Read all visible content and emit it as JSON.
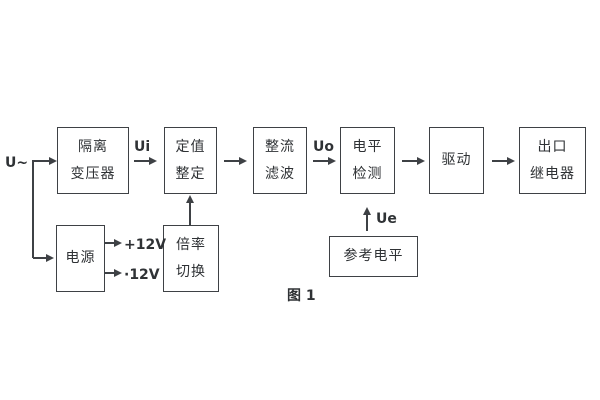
{
  "figure": {
    "caption": "图 1"
  },
  "signals": {
    "input": "U~",
    "ui": "Ui",
    "uo": "Uo",
    "ue": "Ue",
    "plus12v": "+12V",
    "minus12v": "·12V"
  },
  "blocks": {
    "isolation_transformer": {
      "line1": "隔离",
      "line2": "变压器"
    },
    "value_setting": {
      "line1": "定值",
      "line2": "整定"
    },
    "rectifier_filter": {
      "line1": "整流",
      "line2": "滤波"
    },
    "level_detection": {
      "line1": "电平",
      "line2": "检测"
    },
    "driver": {
      "line1": "驱动"
    },
    "output_relay": {
      "line1": "出口",
      "line2": "继电器"
    },
    "power_supply": {
      "line1": "电源"
    },
    "ratio_switching": {
      "line1": "倍率",
      "line2": "切换"
    },
    "reference_level": {
      "line1": "参考电平"
    }
  },
  "colors": {
    "line": "#3e4145",
    "text": "#2f3235",
    "background": "#ffffff"
  }
}
